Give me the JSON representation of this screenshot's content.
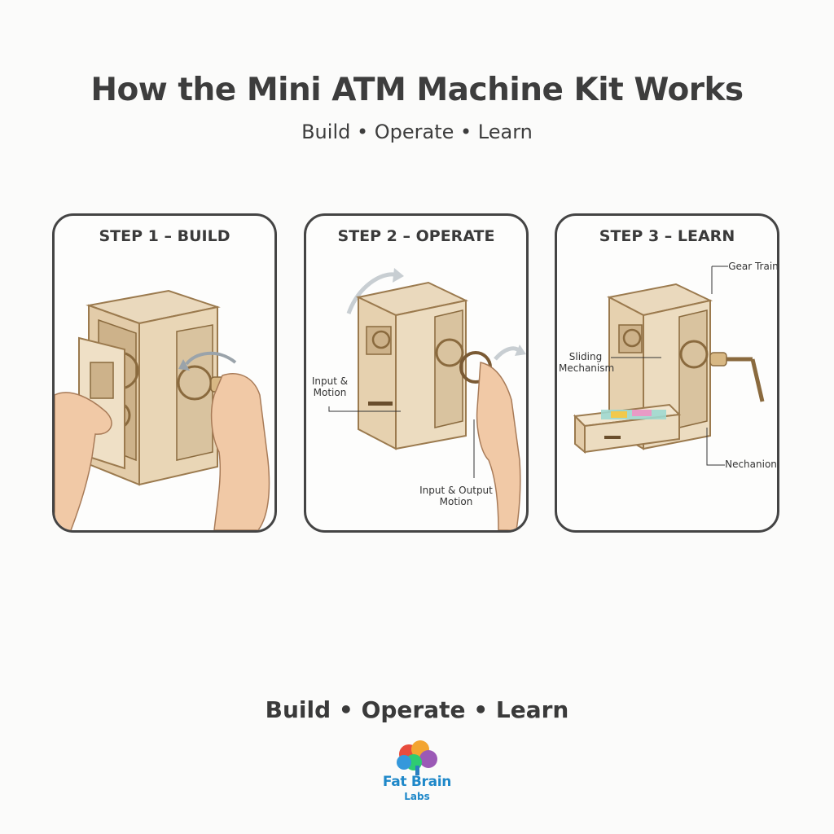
{
  "header": {
    "title": "How the Mini ATM Machine Kit Works",
    "subtitle": "Build • Operate • Learn"
  },
  "steps": [
    {
      "heading": "STEP 1 – BUILD",
      "labels": []
    },
    {
      "heading": "STEP 2 – OPERATE",
      "labels": [
        "Input & Motion",
        "Input & Output Motion"
      ]
    },
    {
      "heading": "STEP 3 – LEARN",
      "labels": [
        "Gear Train",
        "Sliding Mechanism",
        "Nechanion"
      ]
    }
  ],
  "footer": {
    "tagline": "Build • Operate • Learn"
  },
  "brand": {
    "name": "Fat Brain",
    "sub": "Labs",
    "color": "#1f88c9"
  },
  "icons": [
    "atm-kit-illustration",
    "hand-icon",
    "rotation-arrow-icon",
    "gear-icon",
    "crank-handle-icon",
    "brain-logo-icon"
  ]
}
